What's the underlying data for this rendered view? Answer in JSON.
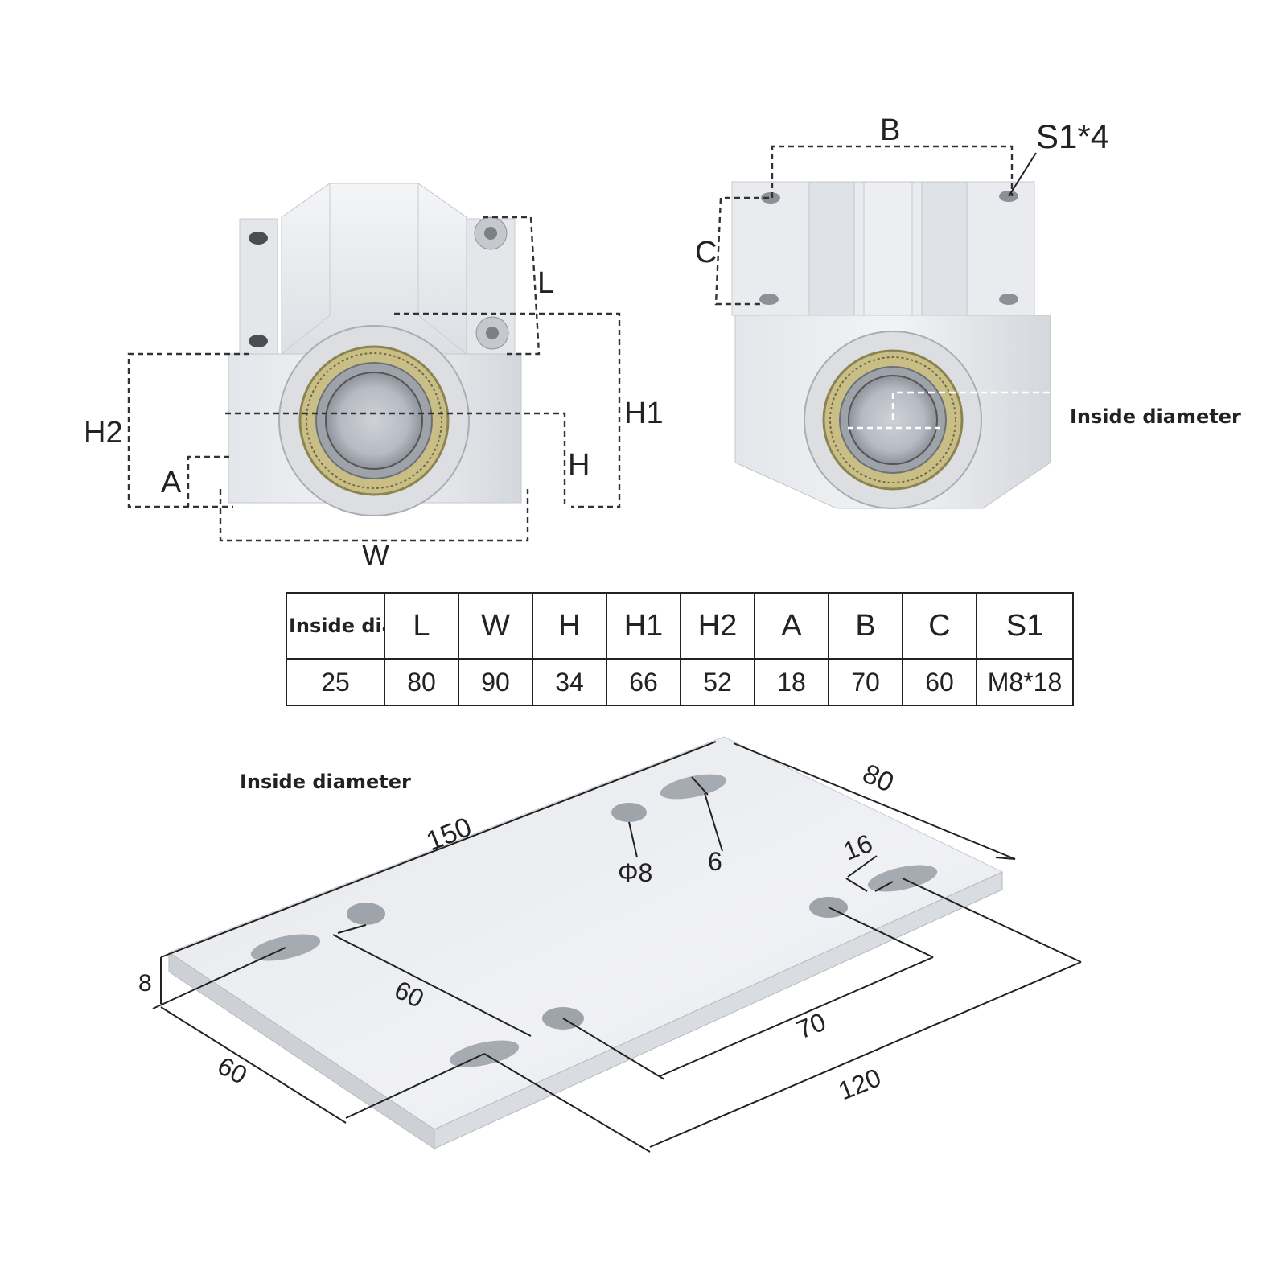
{
  "front_view": {
    "labels": {
      "L": "L",
      "H2": "H2",
      "H1": "H1",
      "H": "H",
      "A": "A",
      "W": "W"
    }
  },
  "back_view": {
    "labels": {
      "B": "B",
      "S1": "S1*4",
      "C": "C"
    },
    "inside_diameter_label": "Inside diameter"
  },
  "spec_table": {
    "headers": [
      "Inside dia",
      "L",
      "W",
      "H",
      "H1",
      "H2",
      "A",
      "B",
      "C",
      "S1"
    ],
    "values": [
      "25",
      "80",
      "90",
      "34",
      "66",
      "52",
      "18",
      "70",
      "60",
      "M8*18"
    ]
  },
  "plate": {
    "title": "Inside diameter",
    "dims": {
      "length": "150",
      "width": "80",
      "thickness": "8",
      "hole_dia": "Φ8",
      "slot_width": "6",
      "slot_length": "16",
      "hole_spacing_a": "60",
      "hole_spacing_b": "70",
      "slot_spacing": "60",
      "slot_span": "120"
    }
  },
  "colors": {
    "aluminum_light": "#eef0f3",
    "aluminum_mid": "#d8dbe0",
    "aluminum_dark": "#b9bdc4",
    "bearing_brass": "#c9bf86",
    "line": "#222222"
  }
}
